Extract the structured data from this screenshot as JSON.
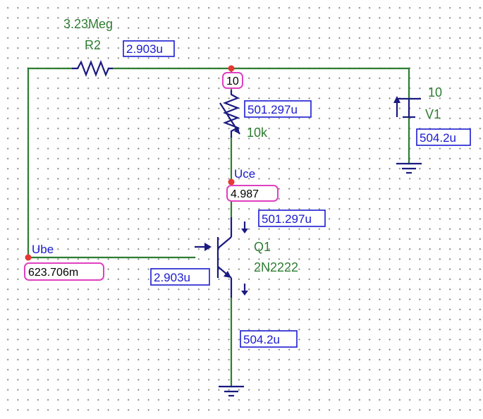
{
  "components": {
    "r2": {
      "name": "R2",
      "value": "3.23Meg",
      "current": "2.903u"
    },
    "r1": {
      "value": "10k",
      "current": "501.297u"
    },
    "v1": {
      "name": "V1",
      "value": "10",
      "current": "504.2u"
    },
    "q1": {
      "name": "Q1",
      "model": "2N2222",
      "collector_current": "501.297u",
      "base_current": "2.903u",
      "emitter_current": "504.2u"
    }
  },
  "nodes": {
    "supply": {
      "value": "10"
    },
    "uce": {
      "label": "Uce",
      "value": "4.987"
    },
    "ube": {
      "label": "Ube",
      "value": "623.706m"
    }
  },
  "colors": {
    "wire": "#2e7d32",
    "component": "#1a1a80",
    "current_box": "#1a1ad0",
    "voltage_box": "#e040c0",
    "probe": "#e53935"
  }
}
